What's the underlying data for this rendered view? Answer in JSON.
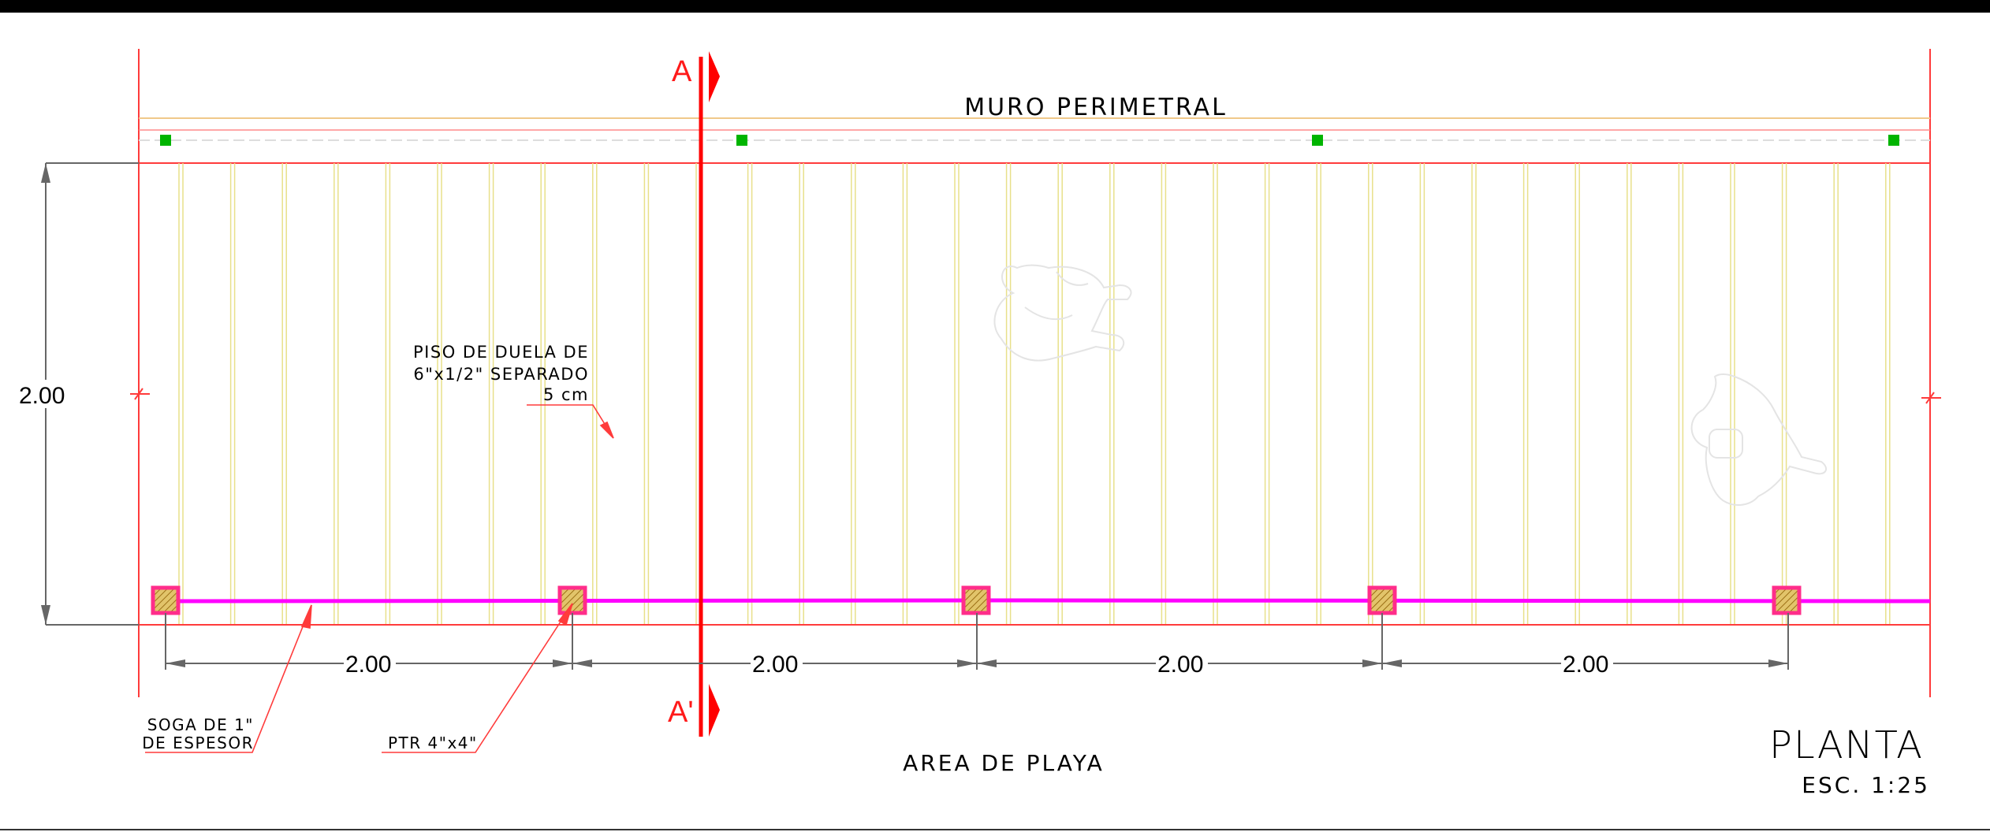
{
  "drawing": {
    "title": "PLANTA",
    "scale": "ESC. 1:25",
    "wall_label": "MURO PERIMETRAL",
    "area_label": "AREA DE PLAYA",
    "section_top": "A",
    "section_bottom": "A'",
    "floor_note": [
      "PISO DE DUELA DE",
      "6\"x1/2\" SEPARADO",
      "5 cm"
    ],
    "rope_note": [
      "SOGA DE 1\"",
      "DE ESPESOR"
    ],
    "post_note": "PTR 4\"x4\"",
    "vertical_dimension": "2.00",
    "horizontal_dimensions": [
      "2.00",
      "2.00",
      "2.00",
      "2.00"
    ]
  },
  "colors": {
    "frame": "#000000",
    "wall_line": "#ff3b3b",
    "plank_line": "#e8e08a",
    "rope": "#ff00ff",
    "post_fill": "#d9b35a",
    "post_border": "#ff2d8a",
    "marker": "#00b400",
    "section_line": "#ff0000",
    "dimension": "#666666"
  }
}
